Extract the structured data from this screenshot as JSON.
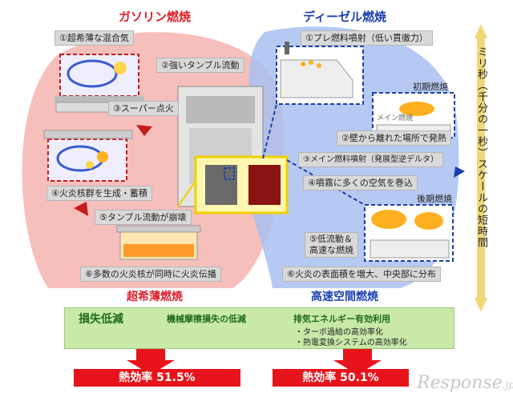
{
  "gasoline": {
    "title": "ガソリン燃焼",
    "subtitle": "超希薄燃焼",
    "steps": [
      "①超希薄な混合気",
      "②強いタンブル流動",
      "③スーパー点火",
      "④火炎核群を生成・蓄積",
      "⑤タンブル流動が崩壊",
      "⑥多数の火炎核が同時に火炎伝播"
    ]
  },
  "diesel": {
    "title": "ディーゼル燃焼",
    "subtitle": "高速空間燃焼",
    "steps": [
      "①プレ燃料噴射（低い貫徹力）",
      "②壁から離れた場所で発熱",
      "③メイン燃料噴射（発展型逆デルタ）",
      "④噴霧に多くの空気を巻込",
      "⑤低流動＆",
      "高速な燃焼",
      "⑥火炎の表面積を増大、中央部に分布"
    ],
    "phase_early": "初期燃焼",
    "phase_late": "後期燃焼",
    "main_injection_label": "メイン燃焼"
  },
  "timescale": "ミリ秒（千分の一秒）スケールの短時間",
  "benefits": {
    "loss": "損失低減",
    "friction": "機械摩擦損失の低減",
    "exhaust": "排気エネルギー有効利用",
    "bullets": [
      "・ターボ過給の高効率化",
      "・熱電変換システムの高効率化"
    ]
  },
  "efficiency": {
    "gasoline": "熱効率 51.5%",
    "diesel": "熱効率 50.1%"
  },
  "watermark": {
    "main": "Response",
    "suffix": ".jp"
  },
  "colors": {
    "red": "#e0202a",
    "blue": "#1a3fb0",
    "green": "#c9e9a9",
    "arrow_red": "#e8141c"
  }
}
